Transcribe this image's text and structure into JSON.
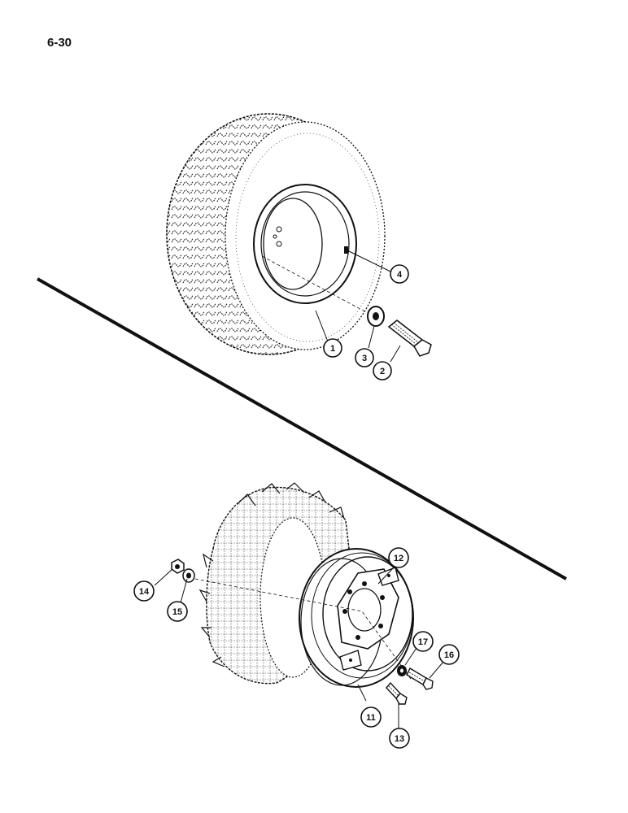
{
  "page": {
    "number": "6-30"
  },
  "callouts": [
    {
      "id": "c1",
      "label": "1"
    },
    {
      "id": "c2",
      "label": "2"
    },
    {
      "id": "c3",
      "label": "3"
    },
    {
      "id": "c4",
      "label": "4"
    },
    {
      "id": "c11",
      "label": "11"
    },
    {
      "id": "c12",
      "label": "12"
    },
    {
      "id": "c13",
      "label": "13"
    },
    {
      "id": "c14",
      "label": "14"
    },
    {
      "id": "c15",
      "label": "15"
    },
    {
      "id": "c16",
      "label": "16"
    },
    {
      "id": "c17",
      "label": "17"
    }
  ],
  "colors": {
    "ink": "#111111",
    "paper": "#ffffff"
  }
}
